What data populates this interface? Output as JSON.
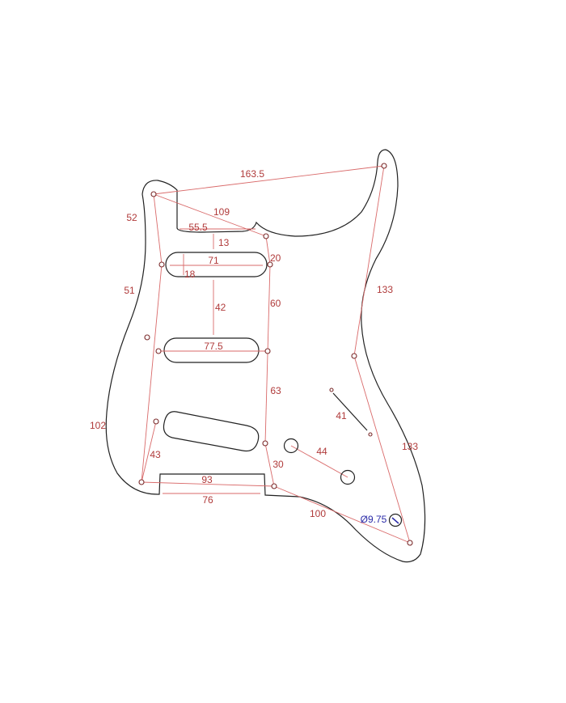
{
  "drawing": {
    "dimensions": {
      "top_span": "163.5",
      "left_upper": "52",
      "diag_neck": "109",
      "pocket_width": "55.5",
      "pocket_to_pickup": "13",
      "pickup_length": "71",
      "pickup_width": "18",
      "right_upper": "20",
      "left_mid": "51",
      "pickup_gap": "42",
      "right_mid": "60",
      "mid_pickup_length": "77.5",
      "horn_right": "133",
      "right_lower": "63",
      "switch_length": "41",
      "left_body": "102",
      "lower_left": "43",
      "pot_spacing": "44",
      "lower_right": "30",
      "bottom_span": "93",
      "bottom_notch": "76",
      "bottom_diag": "100",
      "jack_diameter": "Ø9.75",
      "right_body": "133"
    },
    "colors": {
      "dimension": "#b03a3a",
      "diameter": "#2b2ba8",
      "outline": "#222222"
    }
  }
}
